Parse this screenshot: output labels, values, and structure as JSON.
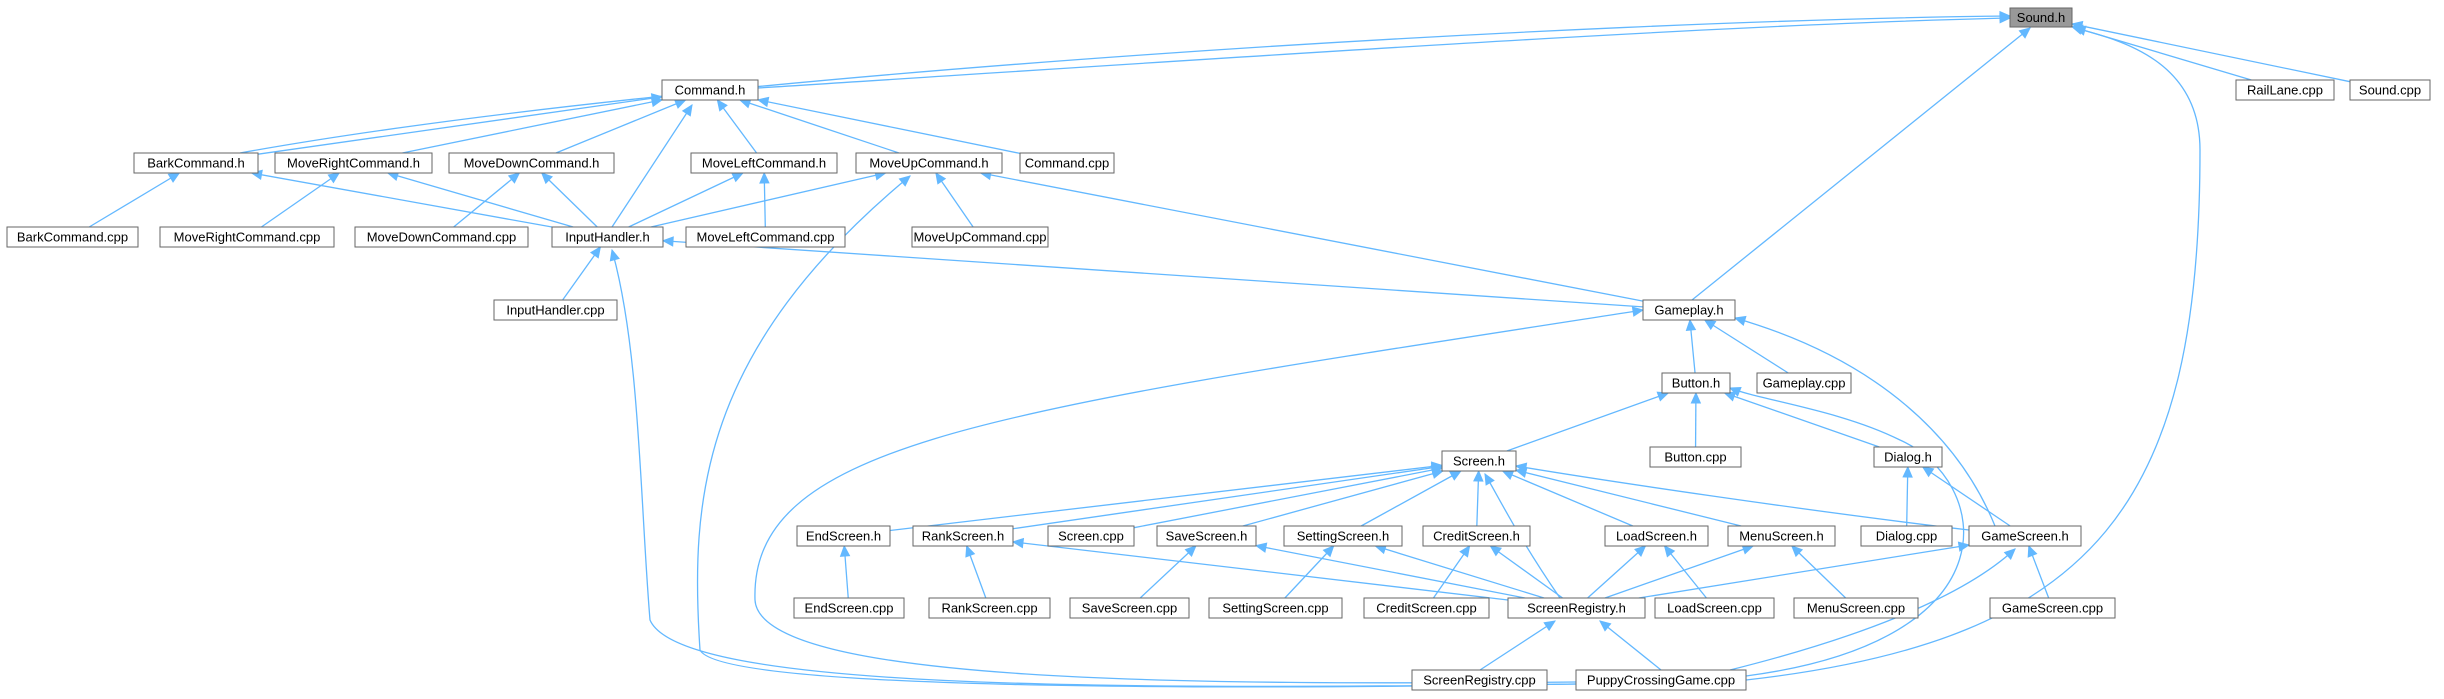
{
  "graph": {
    "root": "sound_h",
    "nodes": [
      {
        "id": "sound_h",
        "label": "Sound.h"
      },
      {
        "id": "command_h",
        "label": "Command.h"
      },
      {
        "id": "railLane_cpp",
        "label": "RailLane.cpp"
      },
      {
        "id": "sound_cpp",
        "label": "Sound.cpp"
      },
      {
        "id": "barkCommand_h",
        "label": "BarkCommand.h"
      },
      {
        "id": "moveRightCommand_h",
        "label": "MoveRightCommand.h"
      },
      {
        "id": "moveDownCommand_h",
        "label": "MoveDownCommand.h"
      },
      {
        "id": "moveLeftCommand_h",
        "label": "MoveLeftCommand.h"
      },
      {
        "id": "moveUpCommand_h",
        "label": "MoveUpCommand.h"
      },
      {
        "id": "command_cpp",
        "label": "Command.cpp"
      },
      {
        "id": "barkCommand_cpp",
        "label": "BarkCommand.cpp"
      },
      {
        "id": "moveRightCommand_cpp",
        "label": "MoveRightCommand.cpp"
      },
      {
        "id": "moveDownCommand_cpp",
        "label": "MoveDownCommand.cpp"
      },
      {
        "id": "inputHandler_h",
        "label": "InputHandler.h"
      },
      {
        "id": "moveLeftCommand_cpp",
        "label": "MoveLeftCommand.cpp"
      },
      {
        "id": "moveUpCommand_cpp",
        "label": "MoveUpCommand.cpp"
      },
      {
        "id": "inputHandler_cpp",
        "label": "InputHandler.cpp"
      },
      {
        "id": "gameplay_h",
        "label": "Gameplay.h"
      },
      {
        "id": "button_h",
        "label": "Button.h"
      },
      {
        "id": "gameplay_cpp",
        "label": "Gameplay.cpp"
      },
      {
        "id": "screen_h",
        "label": "Screen.h"
      },
      {
        "id": "button_cpp",
        "label": "Button.cpp"
      },
      {
        "id": "dialog_h",
        "label": "Dialog.h"
      },
      {
        "id": "endScreen_h",
        "label": "EndScreen.h"
      },
      {
        "id": "rankScreen_h",
        "label": "RankScreen.h"
      },
      {
        "id": "screen_cpp",
        "label": "Screen.cpp"
      },
      {
        "id": "saveScreen_h",
        "label": "SaveScreen.h"
      },
      {
        "id": "settingScreen_h",
        "label": "SettingScreen.h"
      },
      {
        "id": "creditScreen_h",
        "label": "CreditScreen.h"
      },
      {
        "id": "loadScreen_h",
        "label": "LoadScreen.h"
      },
      {
        "id": "menuScreen_h",
        "label": "MenuScreen.h"
      },
      {
        "id": "dialog_cpp",
        "label": "Dialog.cpp"
      },
      {
        "id": "gameScreen_h",
        "label": "GameScreen.h"
      },
      {
        "id": "endScreen_cpp",
        "label": "EndScreen.cpp"
      },
      {
        "id": "rankScreen_cpp",
        "label": "RankScreen.cpp"
      },
      {
        "id": "saveScreen_cpp",
        "label": "SaveScreen.cpp"
      },
      {
        "id": "settingScreen_cpp",
        "label": "SettingScreen.cpp"
      },
      {
        "id": "creditScreen_cpp",
        "label": "CreditScreen.cpp"
      },
      {
        "id": "screenRegistry_h",
        "label": "ScreenRegistry.h"
      },
      {
        "id": "loadScreen_cpp",
        "label": "LoadScreen.cpp"
      },
      {
        "id": "menuScreen_cpp",
        "label": "MenuScreen.cpp"
      },
      {
        "id": "gameScreen_cpp",
        "label": "GameScreen.cpp"
      },
      {
        "id": "screenRegistry_cpp",
        "label": "ScreenRegistry.cpp"
      },
      {
        "id": "puppyCrossingGame_cpp",
        "label": "PuppyCrossingGame.cpp"
      }
    ],
    "edges": [
      {
        "from": "command_h",
        "to": "sound_h"
      },
      {
        "from": "barkCommand_h",
        "to": "sound_h"
      },
      {
        "from": "railLane_cpp",
        "to": "sound_h"
      },
      {
        "from": "sound_cpp",
        "to": "sound_h"
      },
      {
        "from": "gameplay_h",
        "to": "sound_h"
      },
      {
        "from": "puppyCrossingGame_cpp",
        "to": "sound_h"
      },
      {
        "from": "barkCommand_h",
        "to": "command_h"
      },
      {
        "from": "moveRightCommand_h",
        "to": "command_h"
      },
      {
        "from": "moveDownCommand_h",
        "to": "command_h"
      },
      {
        "from": "moveLeftCommand_h",
        "to": "command_h"
      },
      {
        "from": "moveUpCommand_h",
        "to": "command_h"
      },
      {
        "from": "command_cpp",
        "to": "command_h"
      },
      {
        "from": "inputHandler_h",
        "to": "command_h"
      },
      {
        "from": "barkCommand_cpp",
        "to": "barkCommand_h"
      },
      {
        "from": "inputHandler_h",
        "to": "barkCommand_h"
      },
      {
        "from": "moveRightCommand_cpp",
        "to": "moveRightCommand_h"
      },
      {
        "from": "inputHandler_h",
        "to": "moveRightCommand_h"
      },
      {
        "from": "moveDownCommand_cpp",
        "to": "moveDownCommand_h"
      },
      {
        "from": "inputHandler_h",
        "to": "moveDownCommand_h"
      },
      {
        "from": "moveLeftCommand_cpp",
        "to": "moveLeftCommand_h"
      },
      {
        "from": "inputHandler_h",
        "to": "moveLeftCommand_h"
      },
      {
        "from": "inputHandler_h",
        "to": "moveUpCommand_h"
      },
      {
        "from": "moveUpCommand_cpp",
        "to": "moveUpCommand_h"
      },
      {
        "from": "gameplay_h",
        "to": "moveUpCommand_h"
      },
      {
        "from": "puppyCrossingGame_cpp",
        "to": "moveUpCommand_h"
      },
      {
        "from": "inputHandler_cpp",
        "to": "inputHandler_h"
      },
      {
        "from": "gameplay_h",
        "to": "inputHandler_h"
      },
      {
        "from": "puppyCrossingGame_cpp",
        "to": "inputHandler_h"
      },
      {
        "from": "button_h",
        "to": "gameplay_h"
      },
      {
        "from": "gameplay_cpp",
        "to": "gameplay_h"
      },
      {
        "from": "gameScreen_h",
        "to": "gameplay_h"
      },
      {
        "from": "puppyCrossingGame_cpp",
        "to": "gameplay_h"
      },
      {
        "from": "screen_h",
        "to": "button_h"
      },
      {
        "from": "button_cpp",
        "to": "button_h"
      },
      {
        "from": "dialog_h",
        "to": "button_h"
      },
      {
        "from": "puppyCrossingGame_cpp",
        "to": "button_h"
      },
      {
        "from": "endScreen_h",
        "to": "screen_h"
      },
      {
        "from": "rankScreen_h",
        "to": "screen_h"
      },
      {
        "from": "screen_cpp",
        "to": "screen_h"
      },
      {
        "from": "saveScreen_h",
        "to": "screen_h"
      },
      {
        "from": "settingScreen_h",
        "to": "screen_h"
      },
      {
        "from": "creditScreen_h",
        "to": "screen_h"
      },
      {
        "from": "loadScreen_h",
        "to": "screen_h"
      },
      {
        "from": "menuScreen_h",
        "to": "screen_h"
      },
      {
        "from": "gameScreen_h",
        "to": "screen_h"
      },
      {
        "from": "screenRegistry_h",
        "to": "screen_h"
      },
      {
        "from": "dialog_cpp",
        "to": "dialog_h"
      },
      {
        "from": "gameScreen_h",
        "to": "dialog_h"
      },
      {
        "from": "endScreen_cpp",
        "to": "endScreen_h"
      },
      {
        "from": "rankScreen_cpp",
        "to": "rankScreen_h"
      },
      {
        "from": "screenRegistry_h",
        "to": "rankScreen_h"
      },
      {
        "from": "saveScreen_cpp",
        "to": "saveScreen_h"
      },
      {
        "from": "screenRegistry_h",
        "to": "saveScreen_h"
      },
      {
        "from": "settingScreen_cpp",
        "to": "settingScreen_h"
      },
      {
        "from": "screenRegistry_h",
        "to": "settingScreen_h"
      },
      {
        "from": "creditScreen_cpp",
        "to": "creditScreen_h"
      },
      {
        "from": "screenRegistry_h",
        "to": "creditScreen_h"
      },
      {
        "from": "loadScreen_cpp",
        "to": "loadScreen_h"
      },
      {
        "from": "screenRegistry_h",
        "to": "loadScreen_h"
      },
      {
        "from": "menuScreen_cpp",
        "to": "menuScreen_h"
      },
      {
        "from": "screenRegistry_h",
        "to": "menuScreen_h"
      },
      {
        "from": "gameScreen_cpp",
        "to": "gameScreen_h"
      },
      {
        "from": "screenRegistry_h",
        "to": "gameScreen_h"
      },
      {
        "from": "puppyCrossingGame_cpp",
        "to": "gameScreen_h"
      },
      {
        "from": "screenRegistry_cpp",
        "to": "screenRegistry_h"
      },
      {
        "from": "puppyCrossingGame_cpp",
        "to": "screenRegistry_h"
      }
    ]
  },
  "colors": {
    "edge": "#63b8ff",
    "node_border": "#666666",
    "root_fill": "#999999",
    "node_fill": "#ffffff",
    "text": "#000000"
  }
}
